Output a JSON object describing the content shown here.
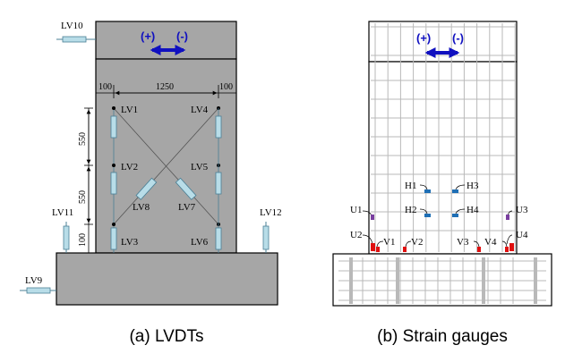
{
  "panel_a": {
    "caption": "(a)  LVDTs",
    "direction_plus": "(+)",
    "direction_minus": "(-)",
    "dimensions": {
      "left_offset": "100",
      "width": "1250",
      "right_offset": "100",
      "upper": "550",
      "middle": "550",
      "bottom": "100"
    },
    "lvdts": [
      "LV1",
      "LV2",
      "LV3",
      "LV4",
      "LV5",
      "LV6",
      "LV7",
      "LV8",
      "LV9",
      "LV10",
      "LV11",
      "LV12"
    ]
  },
  "panel_b": {
    "caption": "(b)  Strain  gauges",
    "direction_plus": "(+)",
    "direction_minus": "(-)",
    "gauges": [
      "H1",
      "H2",
      "H3",
      "H4",
      "U1",
      "U2",
      "U3",
      "U4",
      "V1",
      "V2",
      "V3",
      "V4"
    ]
  },
  "colors": {
    "concrete": "#a6a6a6",
    "arrow": "#1010c0",
    "lvdt": "#b8dde8",
    "gauge_blue": "#1f6fb5",
    "gauge_purple": "#7a3fa0",
    "gauge_red": "#e01010"
  }
}
